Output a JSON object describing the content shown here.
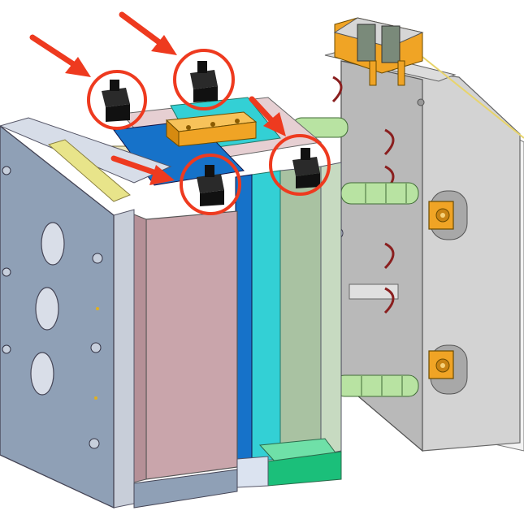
{
  "figure": {
    "kind": "injection-mold-3d-assembly",
    "background": "#ffffff",
    "annotation_color": "#ee3a1f",
    "palette": {
      "fixed_half_front": "#8a9ab0",
      "fixed_half_side": "#aab5c5",
      "plate_pink": "#c9a5ab",
      "plate_pink_light": "#e6cfd2",
      "cavity_blue": "#1672c9",
      "cavity_cyan": "#33d0d5",
      "plate_sage": "#a9c2a2",
      "moving_half_gray": "#bfbfbf",
      "moving_half_dark": "#8c8c8c",
      "guide_pin_green": "#b8e3a2",
      "latch_lock_black": "#111111",
      "bracket_orange": "#f0a425",
      "ejector_green": "#1bbf7a",
      "rail_yellow": "#e8e48a"
    },
    "callouts": {
      "count": 4,
      "target": "latch-lock-block",
      "style": "red circle with arrow"
    }
  }
}
